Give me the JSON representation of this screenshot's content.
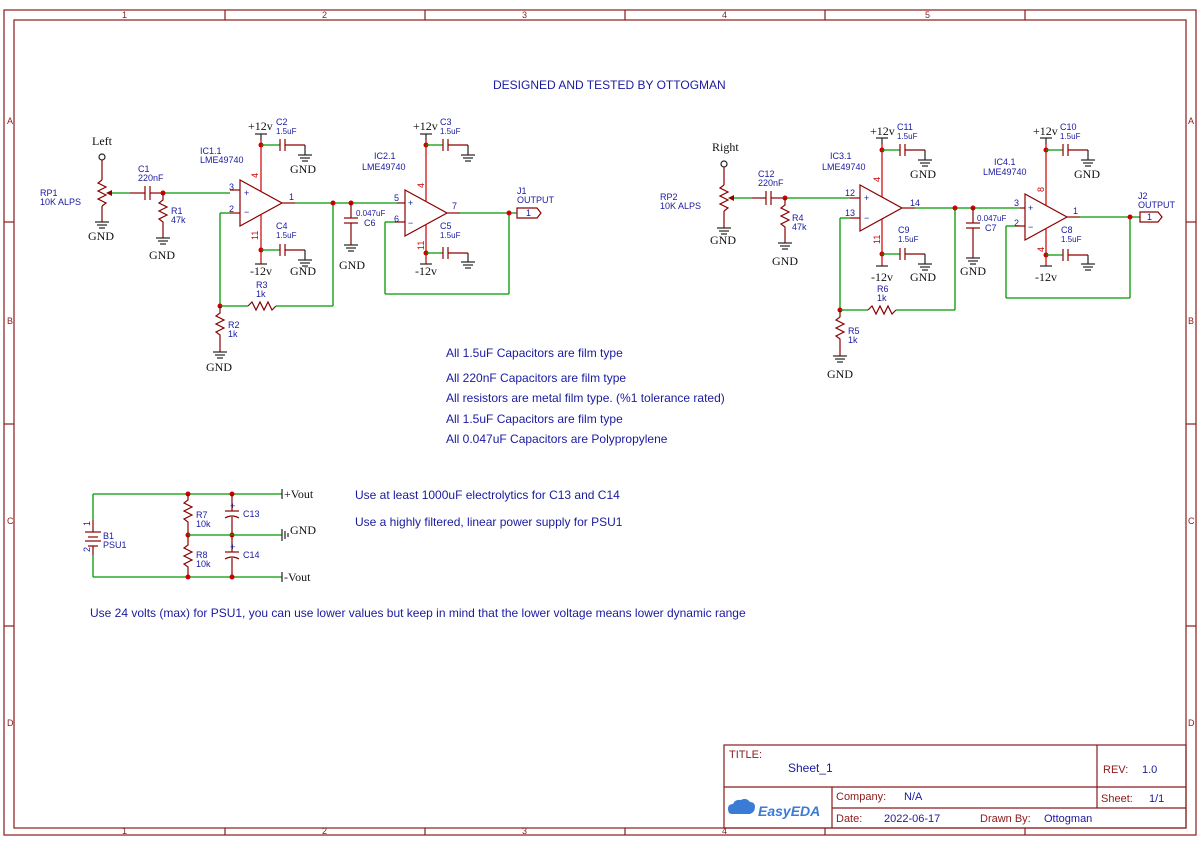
{
  "frame": {
    "col_labels": [
      "1",
      "2",
      "3",
      "4",
      "5"
    ],
    "row_labels": [
      "A",
      "B",
      "C",
      "D"
    ]
  },
  "header_note": "DESIGNED AND TESTED BY OTTOGMAN",
  "notes": [
    "All 1.5uF Capacitors are film type",
    "All 220nF Capacitors are film type",
    "All resistors are metal film type. (%1 tolerance rated)",
    "All 1.5uF Capacitors are film type",
    "All 0.047uF Capacitors are Polypropylene"
  ],
  "psu_notes": [
    "Use at least 1000uF electrolytics for C13 and C14",
    "Use a highly filtered, linear power supply for PSU1"
  ],
  "bottom_note": "Use 24 volts (max) for PSU1, you can use lower values but keep in mind that the lower voltage means lower dynamic range",
  "nets": {
    "gnd": "GND",
    "vpos": "+12v",
    "vneg": "-12v",
    "pvout": "+Vout",
    "mvout": "-Vout"
  },
  "left_channel": {
    "input": "Left",
    "rp1": [
      "RP1",
      "10K ALPS"
    ],
    "c1": [
      "C1",
      "220nF"
    ],
    "r1": [
      "R1",
      "47k"
    ],
    "ic1": [
      "IC1.1",
      "LME49740"
    ],
    "c2": [
      "C2",
      "1.5uF"
    ],
    "c4": [
      "C4",
      "1.5uF"
    ],
    "r3": [
      "R3",
      "1k"
    ],
    "r2": [
      "R2",
      "1k"
    ],
    "c6": [
      "0.047uF",
      "C6"
    ],
    "ic2": [
      "IC2.1",
      "LME49740"
    ],
    "c3": [
      "C3",
      "1.5uF"
    ],
    "c5": [
      "C5",
      "1.5uF"
    ],
    "j1": [
      "J1",
      "OUTPUT"
    ],
    "pins": {
      "ic1_in_p": "3",
      "ic1_in_n": "2",
      "ic1_out": "1",
      "ic1_vp": "4",
      "ic1_vn": "11",
      "ic2_in_p": "5",
      "ic2_in_n": "6",
      "ic2_out": "7",
      "ic2_vp": "4",
      "ic2_vn": "11",
      "j1": "1"
    }
  },
  "right_channel": {
    "input": "Right",
    "rp2": [
      "RP2",
      "10K ALPS"
    ],
    "c12": [
      "C12",
      "220nF"
    ],
    "r4": [
      "R4",
      "47k"
    ],
    "ic3": [
      "IC3.1",
      "LME49740"
    ],
    "c11": [
      "C11",
      "1.5uF"
    ],
    "c9": [
      "C9",
      "1.5uF"
    ],
    "r6": [
      "R6",
      "1k"
    ],
    "r5": [
      "R5",
      "1k"
    ],
    "c7": [
      "0.047uF",
      "C7"
    ],
    "ic4": [
      "IC4.1",
      "LME49740"
    ],
    "c10": [
      "C10",
      "1.5uF"
    ],
    "c8": [
      "C8",
      "1.5uF"
    ],
    "j2": [
      "J2",
      "OUTPUT"
    ],
    "pins": {
      "ic3_in_p": "12",
      "ic3_in_n": "13",
      "ic3_out": "14",
      "ic3_vp": "4",
      "ic3_vn": "11",
      "ic4_in_p": "3",
      "ic4_in_n": "2",
      "ic4_out": "1",
      "ic4_vp": "8",
      "ic4_vn": "4",
      "j2": "1"
    }
  },
  "psu": {
    "b1": [
      "B1",
      "PSU1"
    ],
    "r7": [
      "R7",
      "10k"
    ],
    "r8": [
      "R8",
      "10k"
    ],
    "c13": "C13",
    "c14": "C14",
    "pins": [
      "1",
      "2"
    ]
  },
  "title_block": {
    "title_label": "TITLE:",
    "title": "Sheet_1",
    "rev_label": "REV:",
    "rev": "1.0",
    "company_label": "Company:",
    "company": "N/A",
    "sheet_label": "Sheet:",
    "sheet": "1/1",
    "date_label": "Date:",
    "date": "2022-06-17",
    "drawn_label": "Drawn By:",
    "drawn": "Ottogman",
    "logo": "EasyEDA"
  }
}
